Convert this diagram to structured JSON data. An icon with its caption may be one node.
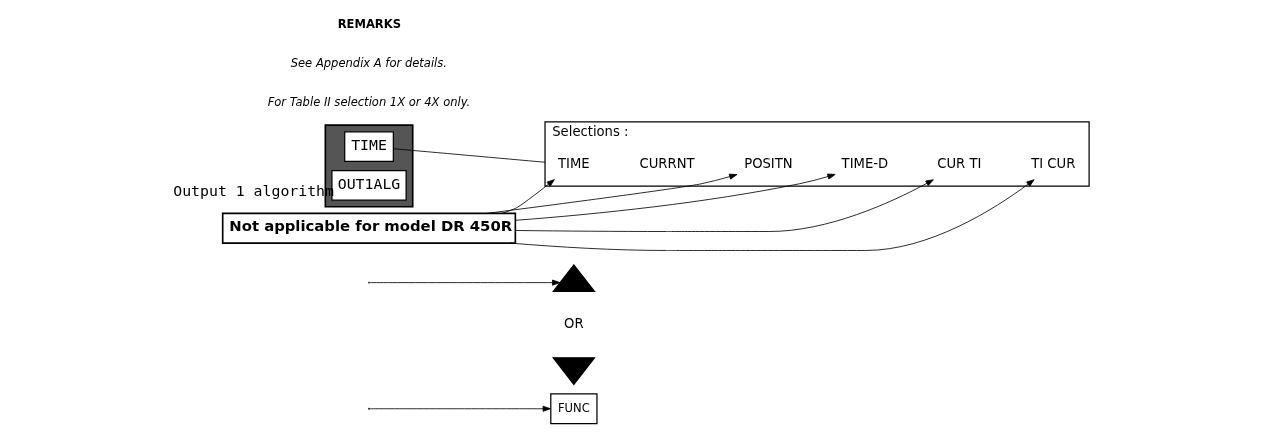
{
  "diagram": {
    "nodes": [
      {
        "text": [
          "FUNC"
        ]
      },
      {
        "text": [],
        "shape": "triangle"
      },
      {
        "text": [],
        "shape": "invtriangle"
      },
      {
        "text": [],
        "shape": "box"
      },
      {
        "text": [
          "TIME"
        ],
        "in": 3
      },
      {
        "text": [
          "OUT1ALG"
        ],
        "in": 3,
        "beside": [
          "Output 1 algorithm"
        ]
      },
      {
        "text": [
          "Selections :"
        ]
      },
      {
        "text": [
          "TIME"
        ],
        "in": 6
      },
      {
        "text": [
          "CURRNT"
        ],
        "in": 6
      },
      {
        "text": [
          "POSITN"
        ],
        "in": 6
      },
      {
        "text": [
          "TIME-D"
        ],
        "in": 6
      },
      {
        "text": [
          "CUR TI"
        ],
        "in": 6
      },
      {
        "text": [
          "TI CUR"
        ],
        "in": 6
      },
      {
        "text": [
          "Not applicable for model DR 450R"
        ]
      }
    ],
    "edges": [
      {
        "from": null,
        "to": 0,
        "arrow": "to"
      },
      {
        "from": null,
        "to": 1,
        "arrow": "to"
      },
      {
        "from": 4,
        "to": 6,
        "arrow": "none"
      },
      {
        "from": 13,
        "to": 7,
        "arrow": "to"
      },
      {
        "from": 13,
        "to": 9,
        "arrow": "to"
      },
      {
        "from": 13,
        "to": 10,
        "arrow": "to"
      },
      {
        "from": 13,
        "to": 11,
        "arrow": "to"
      },
      {
        "from": 13,
        "to": 12,
        "arrow": "to"
      }
    ],
    "labels": [
      "OR",
      "REMARKS",
      "See Appendix A for details.",
      "For Table II selection 1X or 4X only."
    ]
  }
}
